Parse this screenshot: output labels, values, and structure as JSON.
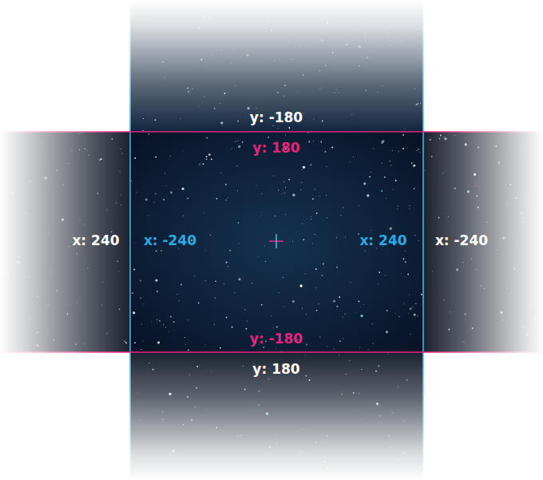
{
  "diagram": {
    "labels": [
      "y: -180",
      "y: 180",
      "x: 240",
      "x: -240",
      "x: 240",
      "x: -240",
      "y: -180",
      "y: 180"
    ]
  }
}
